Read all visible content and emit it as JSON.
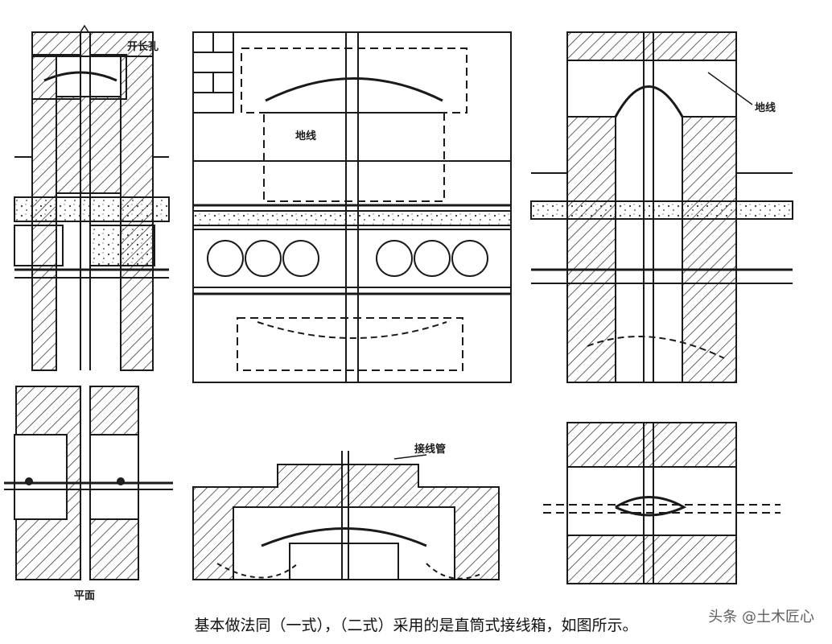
{
  "labels": {
    "long_hole": "开长孔",
    "ground_wire_top": "地线",
    "ground_wire_right": "地线",
    "plan": "平面",
    "junction_pipe": "接线管"
  },
  "caption": "基本做法同（一式），（二式）采用的是直筒式接线箱，如图所示。",
  "watermark": "头条 @土木匠心"
}
